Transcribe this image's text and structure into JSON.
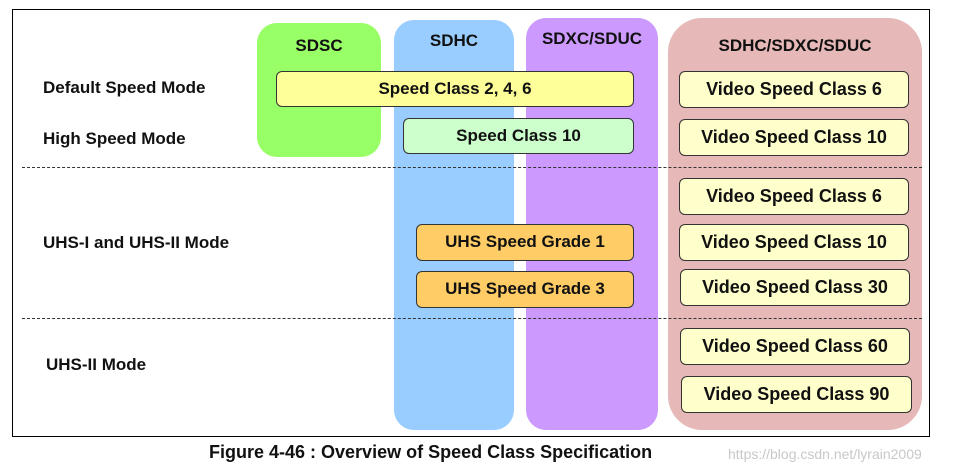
{
  "columns": {
    "sdsc": {
      "title": "SDSC",
      "color": "#99ff66"
    },
    "sdhc": {
      "title": "SDHC",
      "color": "#99ccff"
    },
    "sdxc": {
      "title": "SDXC/SDUC",
      "color": "#cc99ff"
    },
    "video": {
      "title": "SDHC/SDXC/SDUC",
      "color": "#e6b8b8"
    }
  },
  "rows": {
    "default": "Default Speed Mode",
    "high": "High Speed Mode",
    "uhs1": "UHS-I and UHS-II Mode",
    "uhs2": "UHS-II Mode"
  },
  "boxes": {
    "speed_class_246": "Speed Class 2, 4, 6",
    "speed_class_10": "Speed Class 10",
    "uhs_grade_1": "UHS Speed Grade 1",
    "uhs_grade_3": "UHS Speed Grade 3"
  },
  "video_boxes": [
    "Video Speed Class 6",
    "Video Speed Class 10",
    "Video Speed Class 6",
    "Video Speed Class 10",
    "Video Speed Class 30",
    "Video Speed Class 60",
    "Video Speed Class 90"
  ],
  "caption": "Figure 4-46 : Overview of Speed Class Specification",
  "watermark": "https://blog.csdn.net/lyrain2009"
}
